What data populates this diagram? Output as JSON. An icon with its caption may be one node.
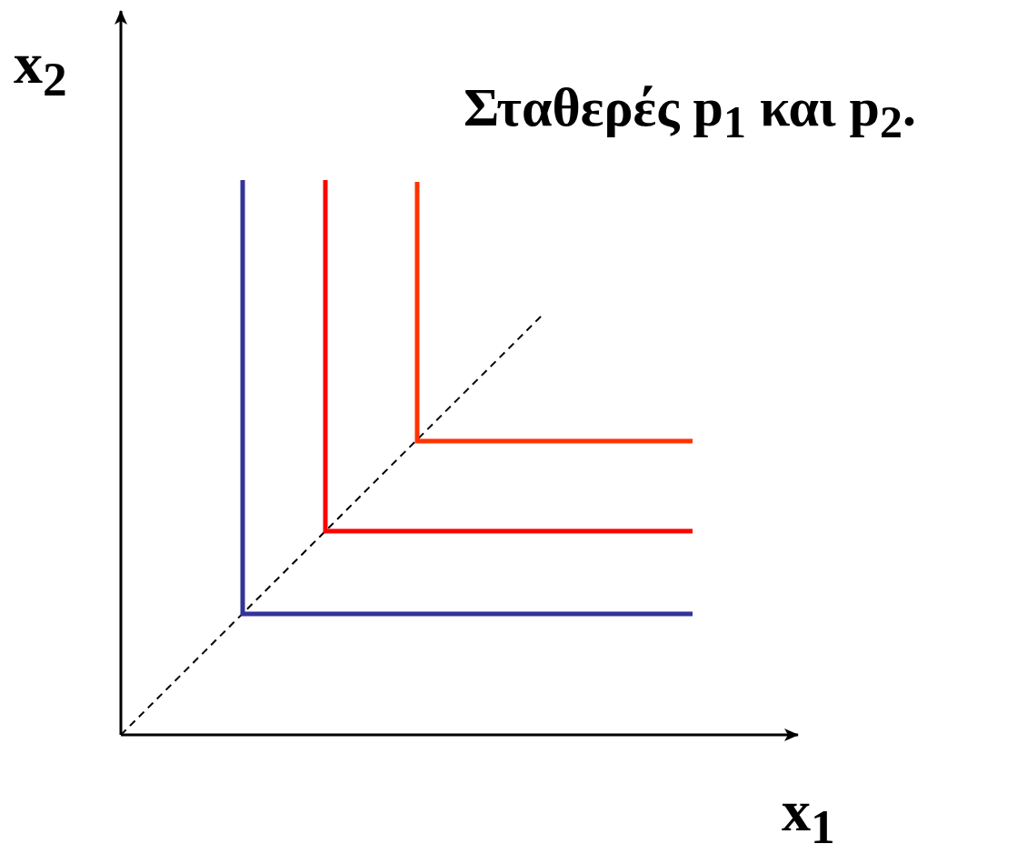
{
  "diagram": {
    "title": "Σταθερές p$_{1}$ και p$_{2}$.",
    "labels": [
      "x$_{2}$",
      "x$_{1}$"
    ]
  }
}
